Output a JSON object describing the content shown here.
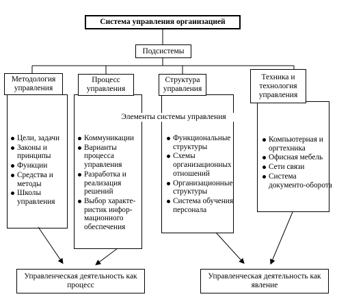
{
  "title": "Система управления организацией",
  "subsystems_label": "Подсистемы",
  "elements_label": "Элементы системы управления",
  "columns": [
    {
      "header": "Методология управления",
      "items": [
        "Цели, задачи",
        "Законы и принципы",
        "Функции",
        "Средства и методы",
        "Школы управления"
      ]
    },
    {
      "header": "Процесс управления",
      "items": [
        "Коммуникации",
        "Варианты процесса управления",
        "Разработка и реализация решений",
        "Выбор характе-ристик инфор-мационного обеспечения"
      ]
    },
    {
      "header": "Структура управления",
      "items": [
        "Функциональные структуры",
        "Схемы организационных отношений",
        "Организационные структуры",
        "Система обучения персонала"
      ]
    },
    {
      "header": "Техника и технология управления",
      "items": [
        "Компьютерная и оргтехника",
        "Офисная мебель",
        "Сети связи",
        "Система документо-оборота"
      ]
    }
  ],
  "outcomes": [
    "Управленческая деятельность как процесс",
    "Управленческая деятельность как явление"
  ]
}
